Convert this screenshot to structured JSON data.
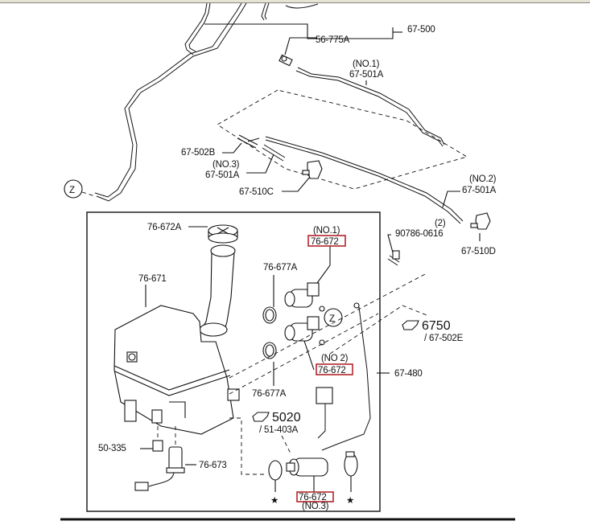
{
  "diagram": {
    "title": "Windshield washer system parts diagram",
    "highlight_color": "#b3262b",
    "callouts": {
      "hose_main": "67-500",
      "joint": "56-775A",
      "hose_no1_qual": "(NO.1)",
      "hose_no1": "67-501A",
      "joint_502b": "67-502B",
      "hose_no3_qual": "(NO.3)",
      "hose_no3": "67-501A",
      "nozzle_c": "67-510C",
      "hose_no2_qual": "(NO.2)",
      "hose_no2": "67-501A",
      "bolt_qty": "(2)",
      "bolt": "90786-0616",
      "nozzle_d": "67-510D",
      "cap": "76-672A",
      "tank": "76-671",
      "grommet_upper": "76-677A",
      "grommet_lower": "76-677A",
      "pump_no1_qual": "(NO.1)",
      "pump_no1": "76-672",
      "pump_no2_qual": "(NO 2)",
      "pump_no2": "76-672",
      "pump_no3_qual": "(NO.3)",
      "pump_no3": "76-672",
      "ref_6750": "6750",
      "ref_6750_sub": "/ 67-502E",
      "harness": "67-480",
      "ref_5020": "5020",
      "ref_5020_sub": "/ 51-403A",
      "clip": "50-335",
      "level_sensor": "76-673",
      "z_marker": "Z",
      "star": "★"
    }
  }
}
